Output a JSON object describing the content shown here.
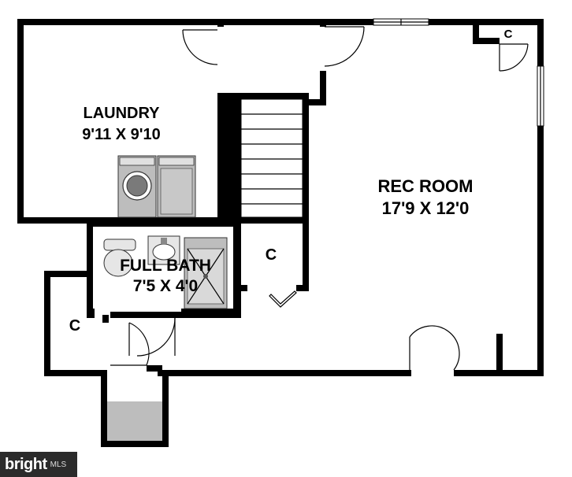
{
  "rooms": {
    "laundry": {
      "name": "LAUNDRY",
      "size": "9'11 X 9'10"
    },
    "rec_room": {
      "name": "REC ROOM",
      "size": "17'9 X 12'0"
    },
    "full_bath": {
      "name": "FULL BATH",
      "size": "7'5 X 4'0"
    }
  },
  "closets": {
    "top_right": "C",
    "under_stair": "C",
    "left": "C"
  },
  "watermark": {
    "brand": "bright",
    "suffix": "MLS"
  },
  "colors": {
    "wall": "#000000",
    "fixture": "#bdbdbd",
    "watermark_bg": "#2b2b2b"
  }
}
